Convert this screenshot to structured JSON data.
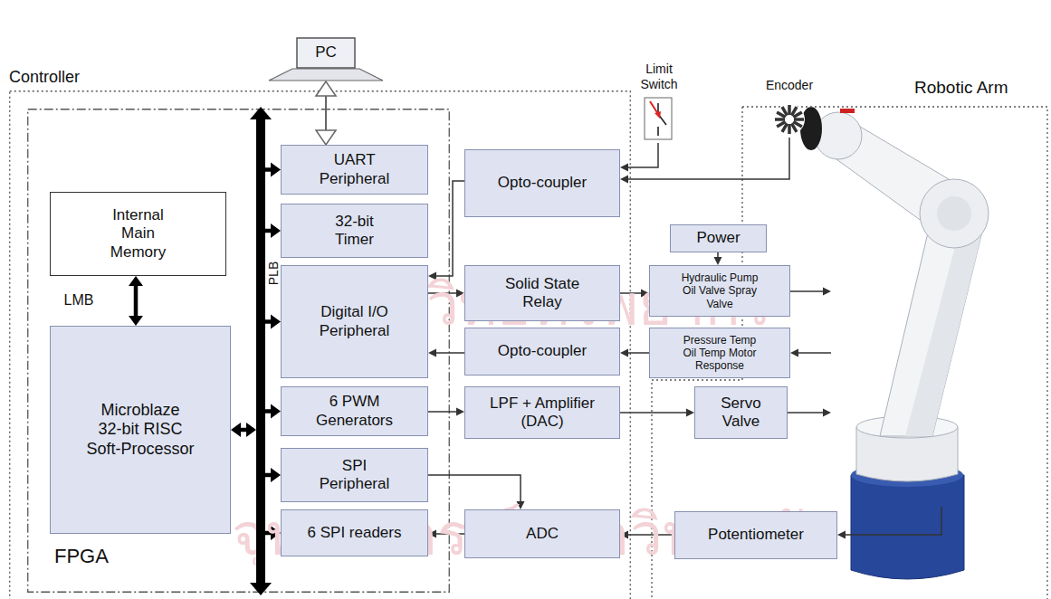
{
  "diagram": {
    "nodes": [
      {
        "text": [
          "PC"
        ]
      },
      {
        "text": [
          "Controller"
        ]
      },
      {
        "text": [
          "FPGA"
        ],
        "in": 1
      },
      {
        "text": [
          "Internal Main Memory"
        ],
        "in": 2
      },
      {
        "text": [
          "Microblaze 32-bit RISC Soft-Processor"
        ],
        "in": 2
      },
      {
        "text": [
          "PLB"
        ],
        "in": 2
      },
      {
        "text": [
          "UART Peripheral"
        ],
        "in": 2
      },
      {
        "text": [
          "32-bit Timer"
        ],
        "in": 2
      },
      {
        "text": [
          "Digital I/O Peripheral"
        ],
        "in": 2
      },
      {
        "text": [
          "6 PWM Generators"
        ],
        "in": 2
      },
      {
        "text": [
          "SPI Peripheral"
        ],
        "in": 2
      },
      {
        "text": [
          "6 SPI readers"
        ],
        "in": 2
      },
      {
        "text": [
          "Opto-coupler"
        ],
        "in": 1
      },
      {
        "text": [
          "Solid State Relay"
        ],
        "in": 1
      },
      {
        "text": [
          "Opto-coupler"
        ],
        "in": 1
      },
      {
        "text": [
          "LPF + Amplifier (DAC)"
        ],
        "in": 1
      },
      {
        "text": [
          "ADC"
        ],
        "in": 1
      },
      {
        "text": [
          "Limit Switch"
        ]
      },
      {
        "text": [
          "Encoder"
        ]
      },
      {
        "text": [
          "Robotic Arm"
        ]
      },
      {
        "text": [
          "Power"
        ]
      },
      {
        "text": [
          "Hydraulic Pump Oil Valve Spray Valve"
        ]
      },
      {
        "text": [
          "Pressure Temp Oil Temp Motor Response"
        ]
      },
      {
        "text": [
          "Servo Valve"
        ]
      },
      {
        "text": [
          "Potentiometer"
        ]
      }
    ],
    "edges": [
      {
        "from": 0,
        "to": 6,
        "arrow": "both"
      },
      {
        "from": 3,
        "to": 4,
        "label": "LMB",
        "arrow": "both"
      },
      {
        "from": 4,
        "to": 5,
        "arrow": "both"
      },
      {
        "from": 5,
        "to": 6,
        "arrow": "to"
      },
      {
        "from": 5,
        "to": 7,
        "arrow": "to"
      },
      {
        "from": 5,
        "to": 8,
        "arrow": "to"
      },
      {
        "from": 5,
        "to": 9,
        "arrow": "to"
      },
      {
        "from": 5,
        "to": 10,
        "arrow": "to"
      },
      {
        "from": 5,
        "to": 11,
        "arrow": "to"
      },
      {
        "from": 17,
        "to": 12,
        "arrow": "to"
      },
      {
        "from": 18,
        "to": 12,
        "arrow": "to"
      },
      {
        "from": 12,
        "to": 8,
        "arrow": "to"
      },
      {
        "from": 8,
        "to": 13,
        "arrow": "to"
      },
      {
        "from": 13,
        "to": 21,
        "arrow": "to"
      },
      {
        "from": 22,
        "to": 14,
        "arrow": "to"
      },
      {
        "from": 14,
        "to": 8,
        "arrow": "to"
      },
      {
        "from": 20,
        "to": 21,
        "arrow": "to"
      },
      {
        "from": 9,
        "to": 15,
        "arrow": "to"
      },
      {
        "from": 15,
        "to": 23,
        "arrow": "to"
      },
      {
        "from": 10,
        "to": 16,
        "arrow": "to"
      },
      {
        "from": 16,
        "to": 11,
        "arrow": "to"
      },
      {
        "from": 24,
        "to": 16,
        "arrow": "to"
      }
    ],
    "labels": [
      "ศูนย์วิทยทรัพยากร",
      "จุฬาลงกรณ์มหาวิทยาลัย"
    ]
  }
}
